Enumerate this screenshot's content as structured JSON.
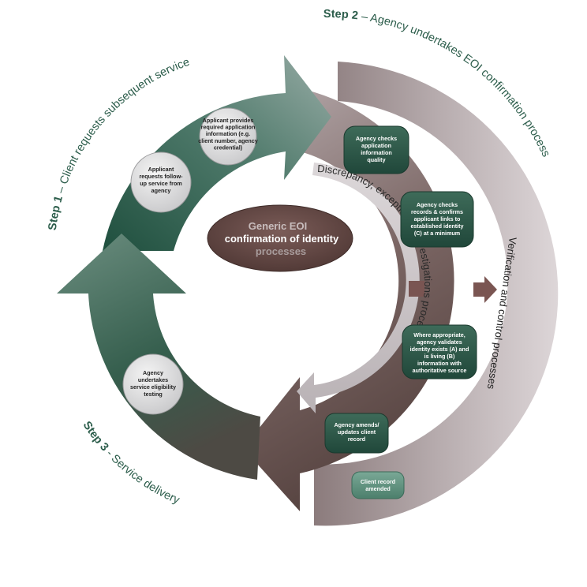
{
  "center": {
    "line1": "Generic EOI",
    "line2": "confirmation of identity",
    "line3": "processes"
  },
  "steps": {
    "step1": {
      "num": "Step 1",
      "sep": " – ",
      "desc": "Client requests subsequent service"
    },
    "step2": {
      "num": "Step 2",
      "sep": " – ",
      "desc": "Agency undertakes EOI confirmation process"
    },
    "step3": {
      "num": "Step 3",
      "sep": " - ",
      "desc": "Service delivery"
    }
  },
  "bubbles": {
    "request_followup": [
      "Applicant",
      "requests follow-",
      "up service from",
      "agency"
    ],
    "provide_info": [
      "Applicant provides",
      "required application",
      "information (e.g.",
      "client number, agency",
      "credential)"
    ],
    "eligibility": [
      "Agency",
      "undertakes",
      "service eligibility",
      "testing"
    ]
  },
  "boxes": {
    "check_quality": [
      "Agency checks",
      "application",
      "information",
      "quality"
    ],
    "check_records": [
      "Agency checks",
      "records & confirms",
      "applicant links to",
      "established identity",
      "(C) at a minimum"
    ],
    "validate_identity": [
      "Where appropriate,",
      "agency validates",
      "identity exists (A) and",
      "is living (B)",
      "information with",
      "authoritative source"
    ],
    "amend_record": [
      "Agency amends/",
      "updates client",
      "record"
    ],
    "record_amended": [
      "Client record",
      "amended"
    ]
  },
  "arcs": {
    "discrepancy": "Discrepancy, exceptions & investigations processes",
    "verification": "Verification and control processes"
  },
  "colors": {
    "green_dark": "#285846",
    "green_light": "#7d9a8e",
    "mauve_dark": "#5b4744",
    "mauve_light": "#b9aeb0",
    "box_green": "#2e5a48",
    "box_light": "#5e8f7d",
    "step_text": "#2c5d4b",
    "center_bg": "#6a4c49"
  }
}
